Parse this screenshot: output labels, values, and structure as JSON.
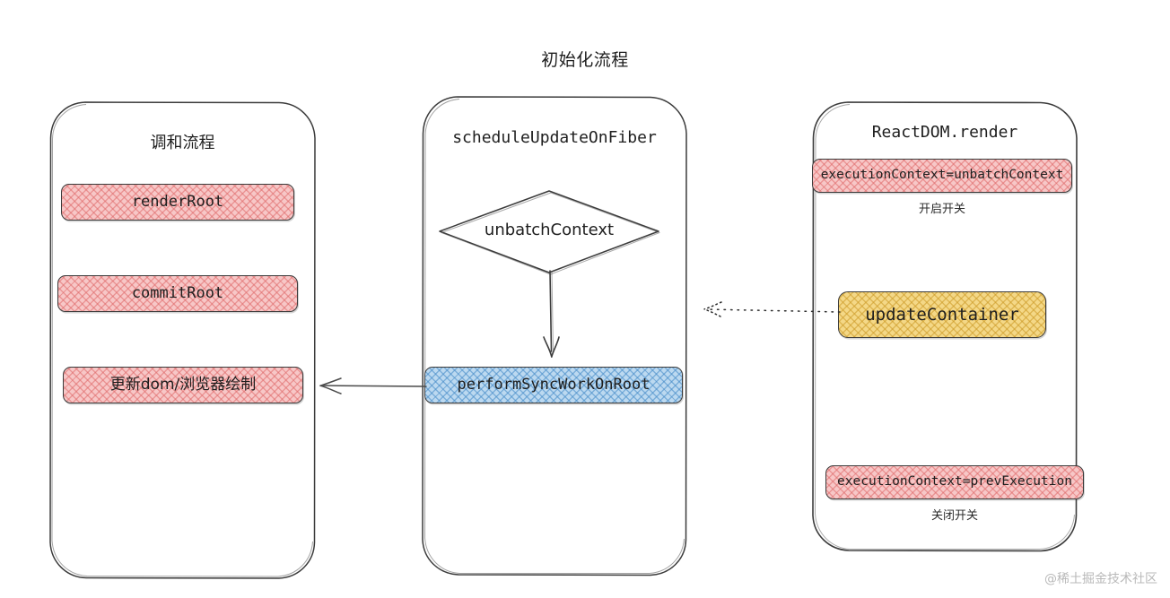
{
  "diagram": {
    "title": "初始化流程",
    "watermark": "@稀土掘金技术社区",
    "colors": {
      "stroke": "#3b3b3b",
      "pink": "#f7c7c7",
      "blue": "#bcd9f0",
      "amber": "#f4d887",
      "background": "#ffffff",
      "text": "#1e1e1e",
      "watermark": "#b9b9b9"
    }
  },
  "panels": {
    "reconcile": {
      "title": "调和流程",
      "nodes": [
        {
          "label": "renderRoot",
          "fill": "pink"
        },
        {
          "label": "commitRoot",
          "fill": "pink"
        },
        {
          "label": "更新dom/浏览器绘制",
          "fill": "pink"
        }
      ]
    },
    "schedule": {
      "title": "scheduleUpdateOnFiber",
      "decision": {
        "label": "unbatchContext"
      },
      "nodes": [
        {
          "label": "performSyncWorkOnRoot",
          "fill": "blue"
        }
      ]
    },
    "reactdom": {
      "title": "ReactDOM.render",
      "nodes": [
        {
          "label": "executionContext=unbatchContext",
          "fill": "pink",
          "caption": "开启开关"
        },
        {
          "label": "updateContainer",
          "fill": "amber",
          "caption": ""
        },
        {
          "label": "executionContext=prevExecution",
          "fill": "pink",
          "caption": "关闭开关"
        }
      ]
    }
  },
  "connectors": [
    {
      "name": "perform-to-reconcile",
      "style": "solid",
      "direction": "left"
    },
    {
      "name": "updatecontainer-to-schedule",
      "style": "dotted",
      "direction": "left"
    },
    {
      "name": "decision-to-perform",
      "style": "solid",
      "direction": "down"
    }
  ]
}
